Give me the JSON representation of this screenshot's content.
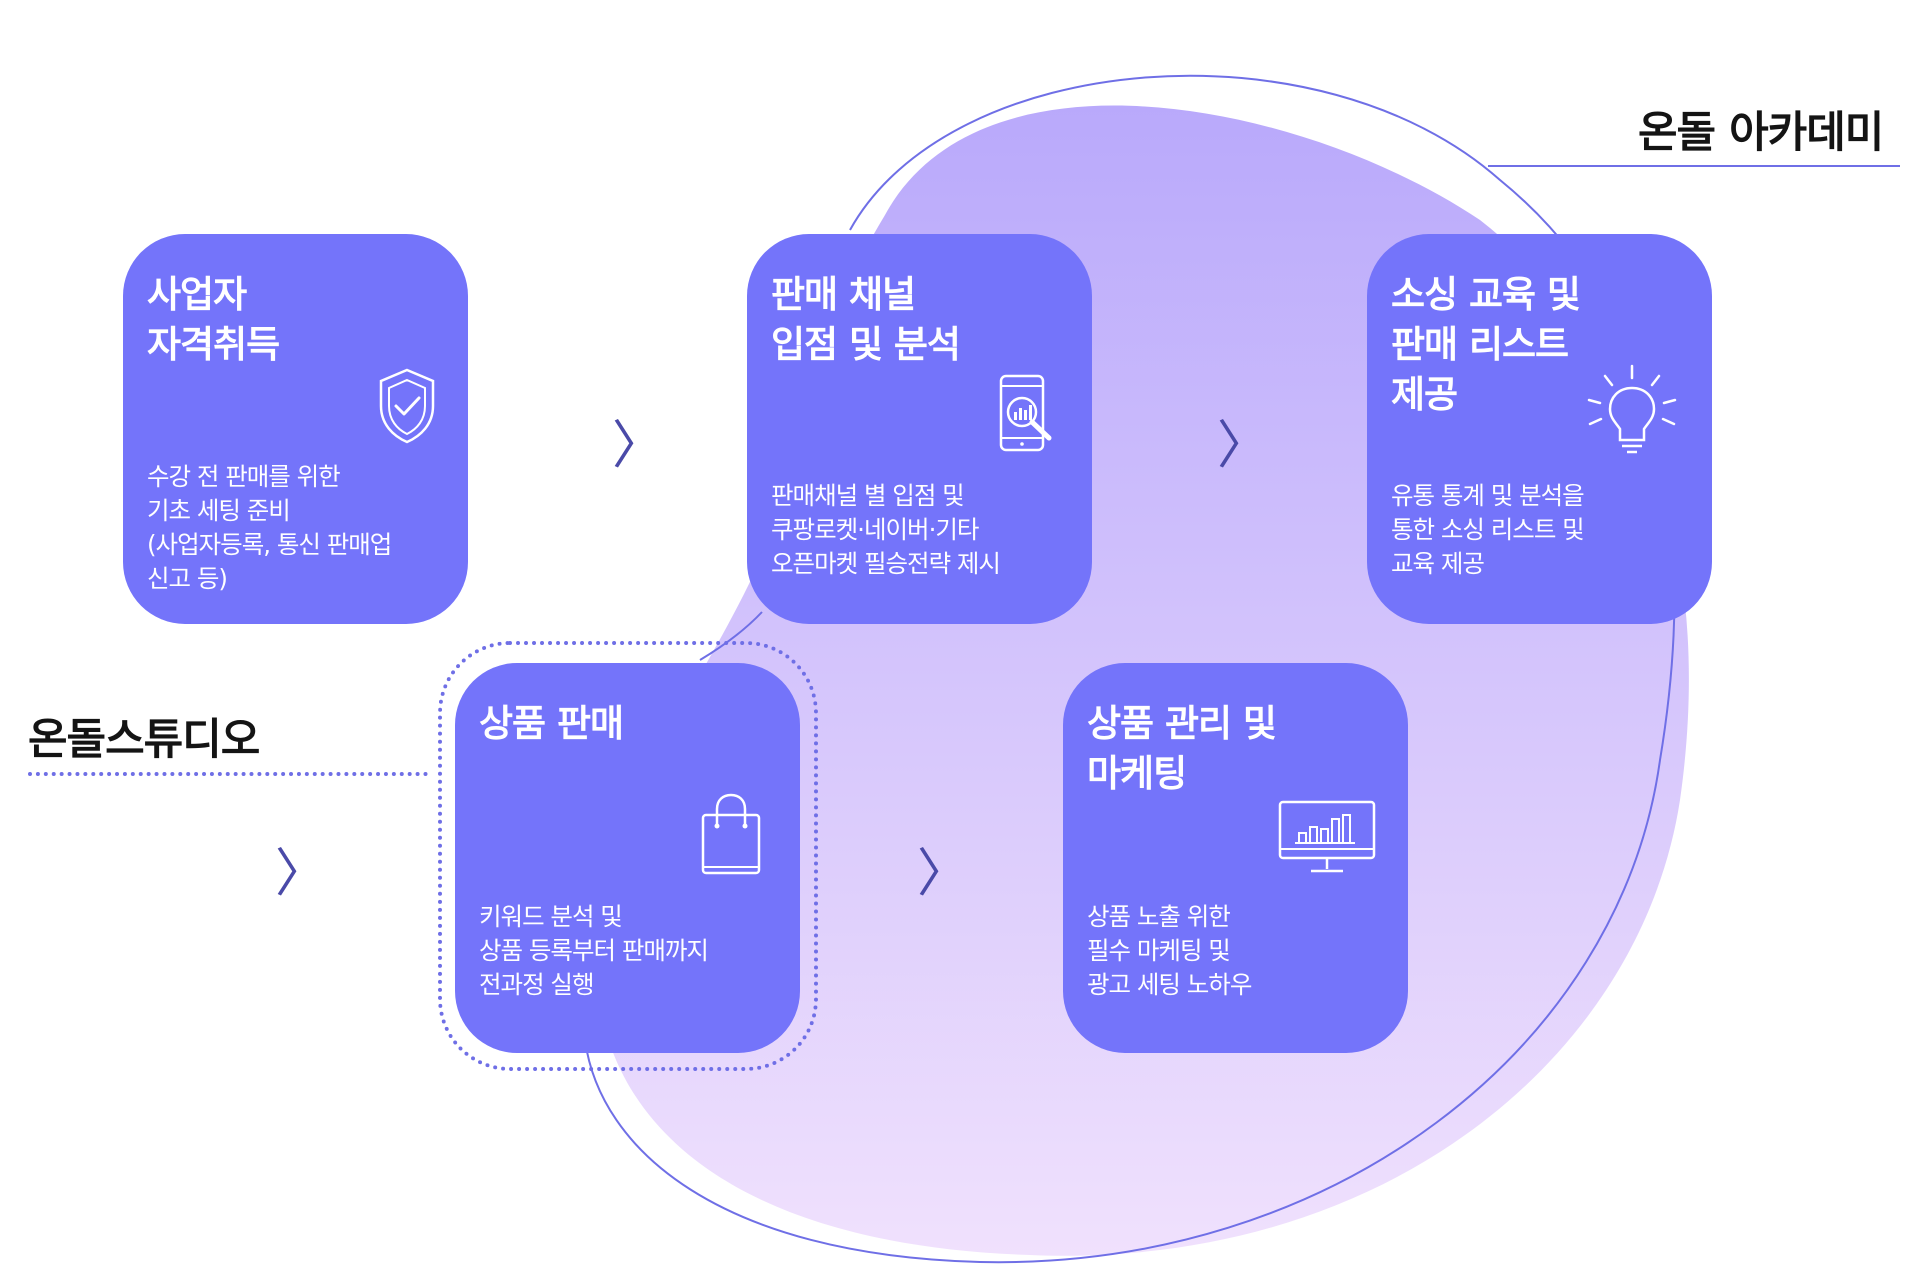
{
  "academy_label": "온돌 아카데미",
  "studio_label": "온돌스튜디오",
  "arrow_glyph": "〉",
  "colors": {
    "card": "#7474fa",
    "blob_top": "#b9a9fb",
    "blob_bottom": "#f0e1fd",
    "outline": "#6f6fe6",
    "arrow": "#4a4aa8"
  },
  "cards": [
    {
      "title": "사업자\n자격취득",
      "desc": "수강 전 판매를 위한\n기초 세팅 준비\n(사업자등록, 통신 판매업\n 신고 등)",
      "icon": "shield-check-icon"
    },
    {
      "title": "판매 채널\n입점 및 분석",
      "desc": "판매채널 별 입점 및\n쿠팡로켓·네이버·기타\n오픈마켓 필승전략 제시",
      "icon": "phone-analytics-icon"
    },
    {
      "title": "소싱 교육 및\n판매 리스트\n제공",
      "desc": "유통 통계 및 분석을\n통한 소싱 리스트 및\n교육 제공",
      "icon": "lightbulb-icon"
    },
    {
      "title": "상품 판매",
      "desc": "키워드 분석 및\n상품 등록부터 판매까지\n전과정 실행",
      "icon": "shopping-bag-icon"
    },
    {
      "title": "상품 관리 및\n마케팅",
      "desc": "상품 노출 위한\n필수 마케팅 및\n광고 세팅 노하우",
      "icon": "monitor-chart-icon"
    }
  ]
}
